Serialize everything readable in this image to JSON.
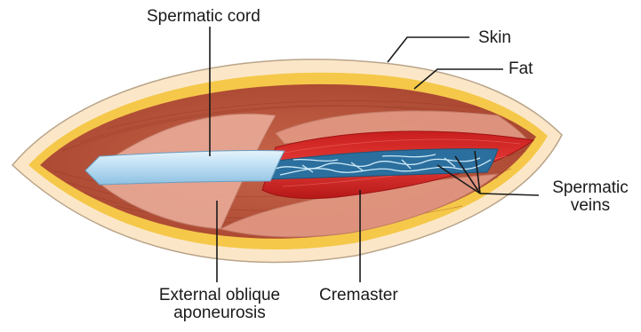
{
  "labels": {
    "spermatic_cord": "Spermatic cord",
    "skin": "Skin",
    "fat": "Fat",
    "spermatic_veins_line1": "Spermatic",
    "spermatic_veins_line2": "veins",
    "external_oblique_line1": "External oblique",
    "external_oblique_line2": "aponeurosis",
    "cremaster": "Cremaster"
  },
  "colors": {
    "skin_outline": "#b9a48a",
    "skin_fill": "#fbe7c8",
    "fat": "#f5c84a",
    "muscle": "#b8533b",
    "muscle_light": "#d9806a",
    "aponeurosis": "#e8a996",
    "cremaster": "#d92a2a",
    "cord": "#b9dcf2",
    "veins_bg": "#2b6f9e",
    "veins": "#cdeaf8",
    "leader": "#1a1a1a"
  }
}
